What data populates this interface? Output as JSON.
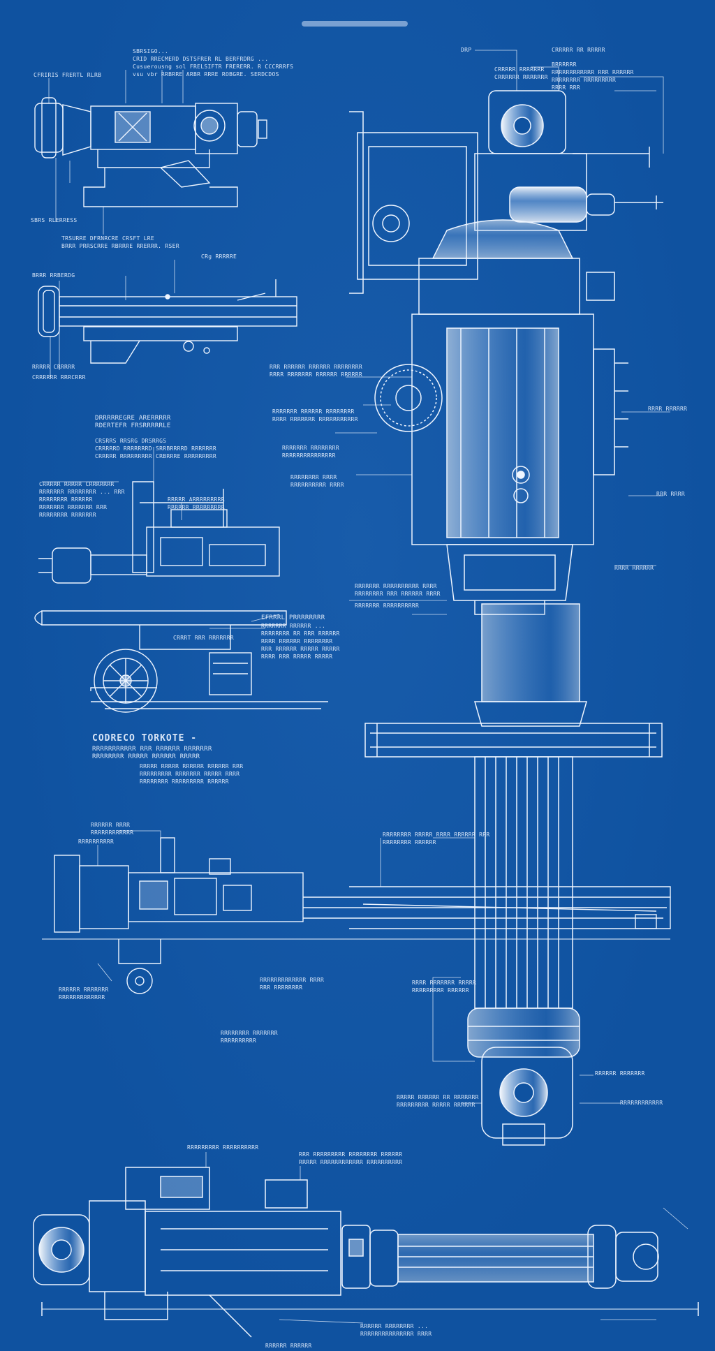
{
  "title": "",
  "palette": {
    "paper": "#0f52a0",
    "ink": "#e9f2ff"
  },
  "labels": {
    "view1_note": [
      "SBRSIGO...",
      "CRID RRECMERD DSTSFRER RL BERFRDRG ...",
      "Cusuerousng sol FRELSIFTR FRERERR. R CCCRRRFS",
      "vsu vbr RRBRRE ARBR RRRE ROBGRE. SERDCDOS"
    ],
    "view1_tag": "CFRIRIS FRERTL RLRB",
    "view1_left": "SBRS RLERRESS",
    "view1_bottom": [
      "TRSURRE DFRNRCRE CRSFT LRE",
      "BRRR PRRSCRRE RBRRRE RRERRR. RSER"
    ],
    "view2_tag": "CRg RRRRRE",
    "view2_left": "BRRR RRBERDG",
    "view2_bottom": [
      "RRRRR CRRRRR",
      "CRRRRRR RRRCRRR"
    ],
    "view3_head": [
      "DRRRRREGRE ARERRRRR",
      "RDERTEFR FRSRRRRRLE"
    ],
    "view3_sub": [
      "CRSRRS RRSRG   DRSRRGS",
      "CRRRRRD RRRRRRRD  SRRBRRRRD RRRRRRR",
      "CRRRRR RRRRRRRRR  CRBRRRE RRRRRRRRR"
    ],
    "view3_left": [
      "CRRRRR RRRRR CRRRRRRR",
      "RRRRRRR RRRRRRRR ... RRR",
      "RRRRRRRR RRRRRR",
      "RRRRRRR RRRRRRR RRR",
      "RRRRRRRR RRRRRRR"
    ],
    "view3_mid": [
      "RRRRR ARRRRRRRRR",
      "RRRRRR RRRRRRRRR"
    ],
    "view3_right": [
      "EFRRRL PRRRRRRRR",
      "RRRRRRR RRRRRR ...",
      "RRRRRRRR RR RRR RRRRRR",
      "RRRR RRRRRR RRRRRRRR",
      "RRR RRRRRR RRRRR RRRRR",
      "RRRR RRR RRRRR RRRRR"
    ],
    "view3_base": "CRRRT  RRR  RRRRRRR",
    "section_title": "CODRECO TORKOTE -",
    "section_sub": [
      "RRRRRRRRRRR RRR RRRRRR RRRRRRR",
      "RRRRRRRR RRRRR RRRRRR RRRRR"
    ],
    "section_notes": [
      "RRRRR RRRRR RRRRRR RRRRRR RRR",
      "RRRRRRRRR RRRRRRR RRRRR RRRR",
      "RRRRRRRR RRRRRRRRR RRRRRR"
    ],
    "view4_top": [
      "RRRRRR  RRRR",
      "RRRRRRRRRRRR"
    ],
    "view4_tag": "RRRRRRRRRR",
    "view4_callout": [
      "RRRRRRRR RRRRR RRRR RRRRRR RRR",
      "RRRRRRRR RRRRRR"
    ],
    "view4_bottom_left": [
      "RRRRRR RRRRRRR",
      "RRRRRRRRRRRRR"
    ],
    "view4_bottom_mid": [
      "RRRRRRRRRRRRR RRRR",
      "RRR RRRRRRRR"
    ],
    "view4_bottom_mid2": [
      "RRRRRRRR RRRRRRR",
      "RRRRRRRRRR"
    ],
    "main_top": [
      "DRP",
      "CRRRRR RRRRRRR",
      "CRRRRRR RRRRRRR"
    ],
    "main_top_right": [
      "CRRRRR RR RRRRR",
      "BRRRRRR",
      "RRRRRRRRRRRR RRR RRRRRR",
      "RRRRRRRR RRRRRRRRR",
      "RRRR RRR"
    ],
    "main_left1": [
      "RRR RRRRRR RRRRRR RRRRRRRR",
      "RRRR RRRRRRR RRRRRR RRRRRR"
    ],
    "main_left2": [
      "RRRRRRR RRRRRR RRRRRRRR",
      "RRRR RRRRRRR RRRRRRRRRRR"
    ],
    "main_left3": [
      "RRRRRRR RRRRRRRR",
      "RRRRRRRRRRRRRRR"
    ],
    "main_left4": [
      "RRRRRRRR RRRR",
      "RRRRRRRRRR RRRR"
    ],
    "main_mid": [
      "RRRRRRR RRRRRRRRRR RRRR",
      "RRRRRRRR RRR RRRRRR RRRR",
      "RRRRRRR RRRRRRRRRR"
    ],
    "main_right1": "RRRR RRRRRR",
    "main_right2": "RRR RRRR",
    "main_right3": "RRRR RRRRRR",
    "main_lower": [
      "RRRR RRRRRRR RRRRR",
      "RRRRRRRRR RRRRRR"
    ],
    "main_foot_right1": "RRRRRR RRRRRRR",
    "main_foot_right2": "RRRRRRRRRRRR",
    "main_foot_left": [
      "RRRRR RRRRRR RR RRRRRRR",
      "RRRRRRRRR RRRRR RRRRRR"
    ],
    "bottom_top1": "RRRRRRRRR RRRRRRRRRR",
    "bottom_top2": [
      "RRR RRRRRRRRR RRRRRRRR RRRRRR",
      "RRRRR RRRRRRRRRRRR RRRRRRRRRR"
    ],
    "bottom_foot": [
      "RRRRRR RRRRRRRR ...",
      "RRRRRRRRRRRRRRR RRRR"
    ],
    "bottom_foot2": "RRRRRR RRRRRR"
  }
}
